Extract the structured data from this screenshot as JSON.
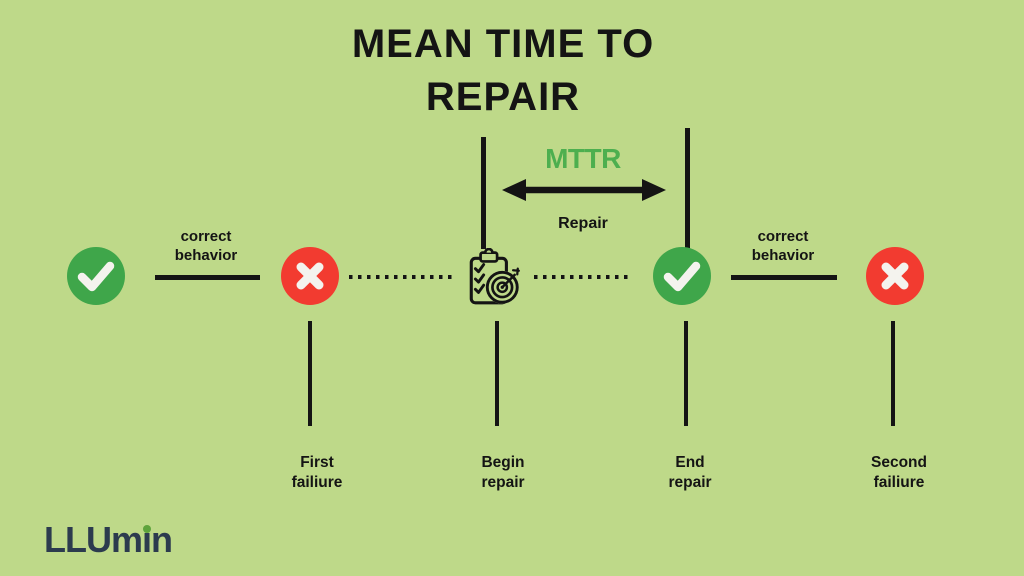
{
  "header": {
    "title_line1": "MEAN TIME TO",
    "title_line2": "REPAIR"
  },
  "mttr": {
    "label": "MTTR",
    "caption": "Repair"
  },
  "segments": {
    "left": {
      "line1": "correct",
      "line2": "behavior"
    },
    "right": {
      "line1": "correct",
      "line2": "behavior"
    }
  },
  "milestones": {
    "first_failure": {
      "line1": "First",
      "line2": "failiure"
    },
    "begin_repair": {
      "line1": "Begin",
      "line2": "repair"
    },
    "end_repair": {
      "line1": "End",
      "line2": "repair"
    },
    "second_failure": {
      "line1": "Second",
      "line2": "failiure"
    }
  },
  "icons": {
    "status_ok": "check-circle",
    "status_fail": "cross-circle",
    "repair_task": "clipboard-target",
    "mttr_span": "double-headed-arrow"
  },
  "logo": {
    "text": "LLUmin",
    "prefix": "LLUm",
    "dotless_i": "ı",
    "suffix": "n"
  },
  "colors": {
    "background": "#bed989",
    "line_black": "#141414",
    "check_green": "#3fa64a",
    "cross_red": "#f23b30",
    "mark_white": "#f4f3ee",
    "mttr_green": "#4daf4f",
    "logo_navy": "#2c3b4e",
    "logo_dot_green": "#5ea33c"
  }
}
